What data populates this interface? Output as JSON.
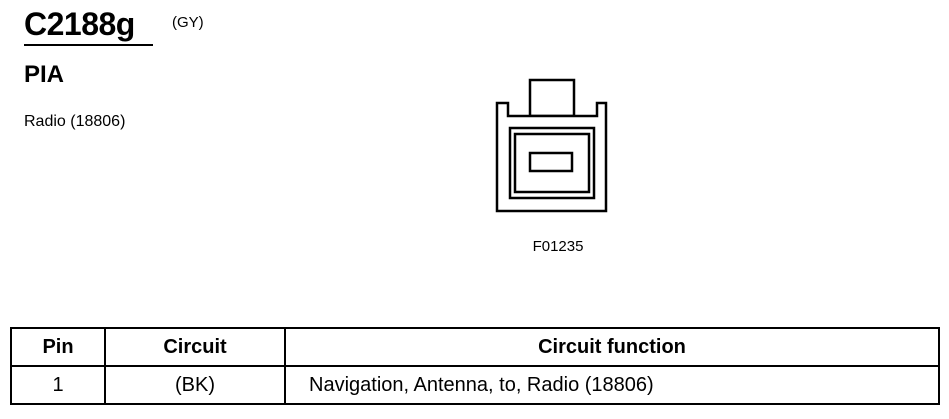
{
  "header": {
    "connector_id": "C2188g",
    "color_code": "(GY)",
    "connector_type": "PIA",
    "component": "Radio (18806)"
  },
  "figure": {
    "reference": "F01235",
    "icon": "connector-face-icon"
  },
  "pin_table": {
    "headers": [
      "Pin",
      "Circuit",
      "Circuit function"
    ],
    "rows": [
      [
        "1",
        "(BK)",
        "Navigation, Antenna, to, Radio (18806)"
      ]
    ]
  }
}
